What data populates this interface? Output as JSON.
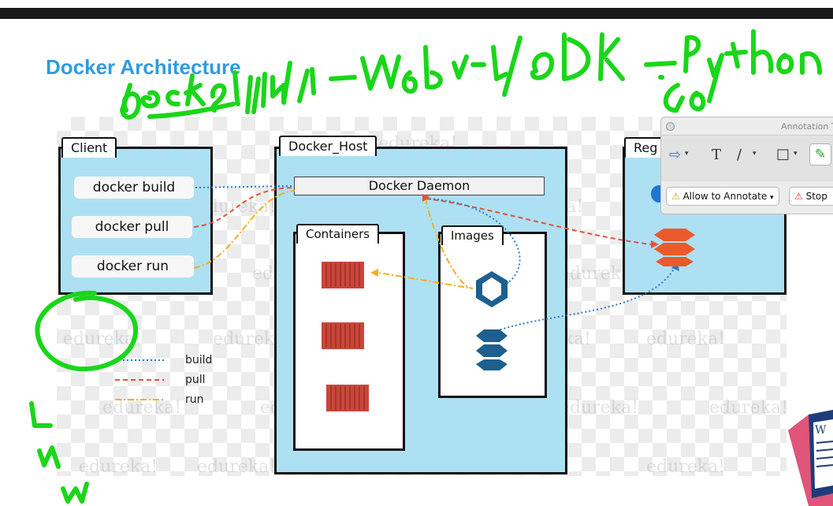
{
  "slide": {
    "title": "Docker Architecture"
  },
  "watermark_text": "edureka!",
  "client": {
    "tab_label": "Client",
    "commands": [
      "docker build",
      "docker pull",
      "docker run"
    ]
  },
  "docker_host": {
    "tab_label": "Docker_Host",
    "daemon_label": "Docker Daemon",
    "containers_label": "Containers",
    "images_label": "Images"
  },
  "registry": {
    "tab_label": "Reg"
  },
  "legend": {
    "items": [
      {
        "label": "build",
        "color": "#2b7bc2",
        "style": "dotted"
      },
      {
        "label": "pull",
        "color": "#e0553a",
        "style": "dashed"
      },
      {
        "label": "run",
        "color": "#f0b020",
        "style": "dash-dot"
      }
    ]
  },
  "annotation_window": {
    "title": "Annotation T",
    "allow_label": "Allow to Annotate",
    "stop_label": "Stop"
  },
  "colors": {
    "title": "#2f9be0",
    "panel": "#aee0f4",
    "ink": "#1ad61a",
    "container": "#c8463a",
    "image_blue": "#1d5f8f",
    "registry_orange": "#ea5a2b"
  }
}
